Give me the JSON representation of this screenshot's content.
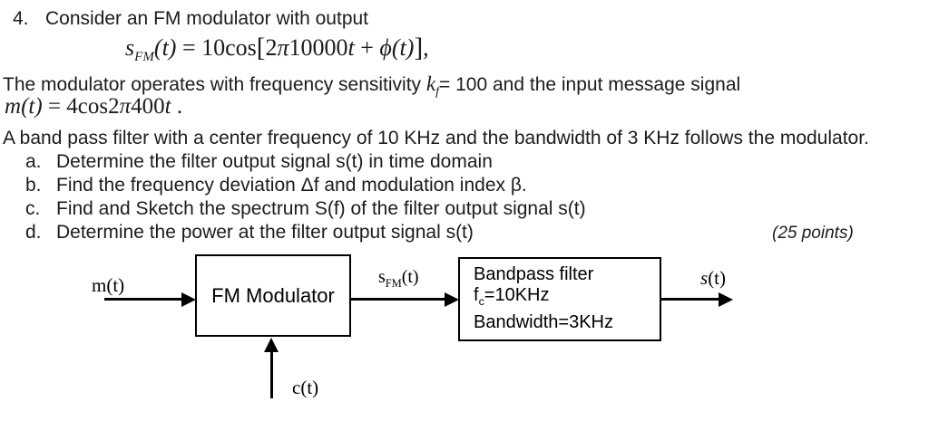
{
  "problem": {
    "number": "4.",
    "intro": "Consider an FM modulator with output",
    "formula_sfm": {
      "var": "s",
      "sub": "FM",
      "arg": "(t)",
      "eq": " = 10cos",
      "open_bracket": "[",
      "coef": "2",
      "pi": "π",
      "freq": "10000",
      "tvar": "t",
      "plus": " + ",
      "phi": "ϕ",
      "phi_arg": "(t)",
      "close_bracket": "]",
      "trailing_comma": ","
    },
    "sensitivity_before": "The modulator operates with frequency sensitivity ",
    "sensitivity_var": "k",
    "sensitivity_sub": "f",
    "sensitivity_after": "= 100 and the input message signal",
    "formula_mt": {
      "var": "m",
      "arg": "(t)",
      "eq": " = 4cos",
      "coef": "2",
      "pi": "π",
      "freq": "400",
      "tvar": "t",
      "period": " ."
    },
    "bandpass_line": "A band pass filter with a center frequency of 10 KHz and the bandwidth of 3 KHz follows the modulator.",
    "items": [
      {
        "label": "a.",
        "text": "Determine the filter output signal s(t) in time domain"
      },
      {
        "label": "b.",
        "text": "Find the frequency deviation Δf and modulation index β."
      },
      {
        "label": "c.",
        "text": "Find and Sketch the spectrum S(f) of the filter output signal s(t)"
      },
      {
        "label": "d.",
        "text": "Determine the power at the filter output signal s(t)"
      }
    ],
    "points_note": "(25 points)"
  },
  "diagram": {
    "input_label": "m(t)",
    "fm_box_label": "FM Modulator",
    "sfm_label": {
      "base": "s",
      "sub": "FM",
      "arg": "(t)"
    },
    "bp_box": {
      "line1": "Bandpass filter",
      "fc_var": "f",
      "fc_sub": "c",
      "fc_rest": "=10KHz",
      "line3": "Bandwidth=3KHz"
    },
    "output_label": {
      "base": "s",
      "arg": "(t)"
    },
    "carrier_label": "c(t)"
  }
}
